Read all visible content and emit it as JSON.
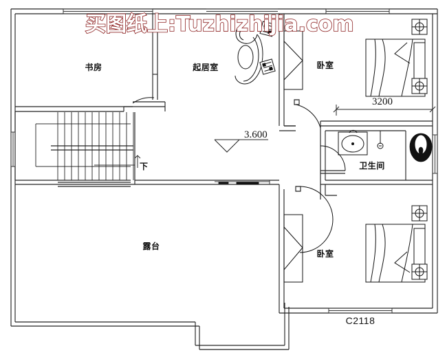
{
  "drawing": {
    "type": "architectural-floor-plan",
    "title_code": "C2118",
    "elevation_marker": "3.600",
    "dimension_label": "3200",
    "stair_direction_label": "下"
  },
  "watermark": {
    "text": "买图纸上:Tuzhizhijia.com",
    "outline_color": "#8a1c1c",
    "fill_color": "#ffffff"
  },
  "rooms": [
    {
      "id": "study",
      "label": "书房"
    },
    {
      "id": "living",
      "label": "起居室"
    },
    {
      "id": "bedroom_top",
      "label": "卧室"
    },
    {
      "id": "bathroom",
      "label": "卫生间"
    },
    {
      "id": "bedroom_bottom",
      "label": "卧室"
    },
    {
      "id": "terrace",
      "label": "露台"
    }
  ],
  "annotations": {
    "elevation": "3.600",
    "width_dimension": "3200",
    "window_code": "C2118",
    "stair_down": "下"
  },
  "colors": {
    "line": "#222222",
    "paper": "#ffffff",
    "watermark": "#8a1c1c",
    "fixture": "#111111"
  }
}
